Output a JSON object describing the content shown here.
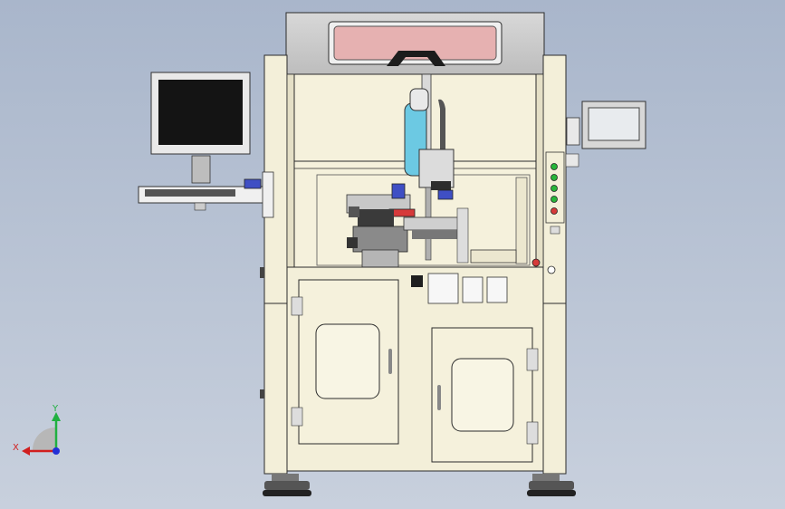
{
  "viewport": {
    "background_top": "#a9b6cb",
    "background_bottom": "#c8d0dd"
  },
  "colors": {
    "frame": "#f3efd9",
    "frame_edge": "#2b2b2b",
    "top_cover": "#c9c9c9",
    "window_tint": "#e6b1b1",
    "blue_part": "#3f4fc4",
    "red_part": "#d63a3a",
    "green_lamp": "#27b53a",
    "cyan_part": "#6cc9e3",
    "x_axis": "#d11f1f",
    "y_axis": "#20b040",
    "z_axis": "#2330d6"
  },
  "machine": {
    "status_lamps": [
      "green",
      "green",
      "green",
      "green",
      "red"
    ],
    "panel_switch_count": 3
  },
  "triad": {
    "x_label": "X",
    "y_label": "Y"
  }
}
